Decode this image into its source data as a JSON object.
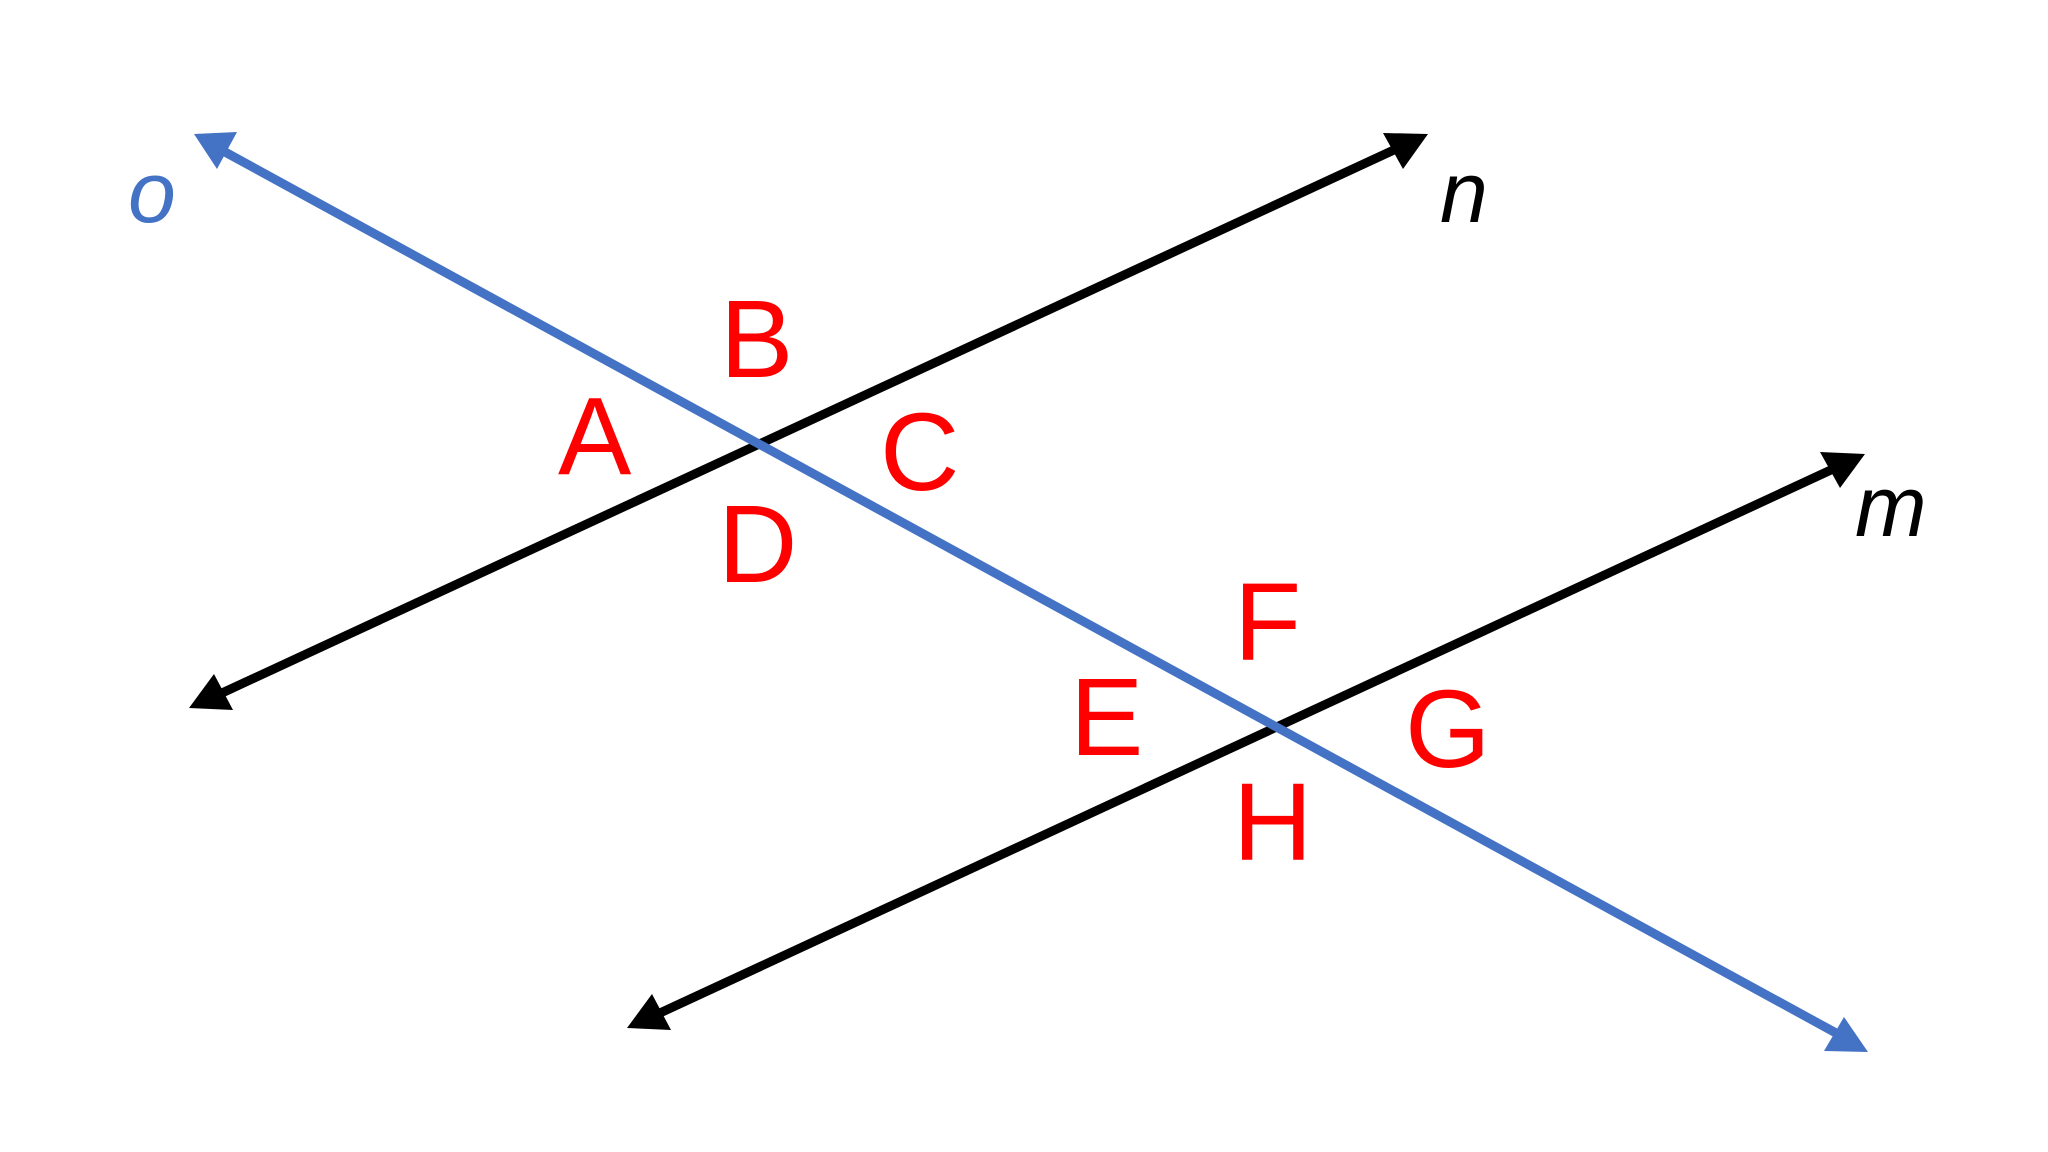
{
  "colors": {
    "transversal": "#4472C4",
    "parallel_lines": "#000000",
    "angle_labels": "#FF0000",
    "background": "#FFFFFF"
  },
  "lines": {
    "o": {
      "label": "o",
      "color": "#4472C4"
    },
    "n": {
      "label": "n",
      "color": "#000000"
    },
    "m": {
      "label": "m",
      "color": "#000000"
    }
  },
  "angles": {
    "A": "A",
    "B": "B",
    "C": "C",
    "D": "D",
    "E": "E",
    "F": "F",
    "G": "G",
    "H": "H"
  }
}
